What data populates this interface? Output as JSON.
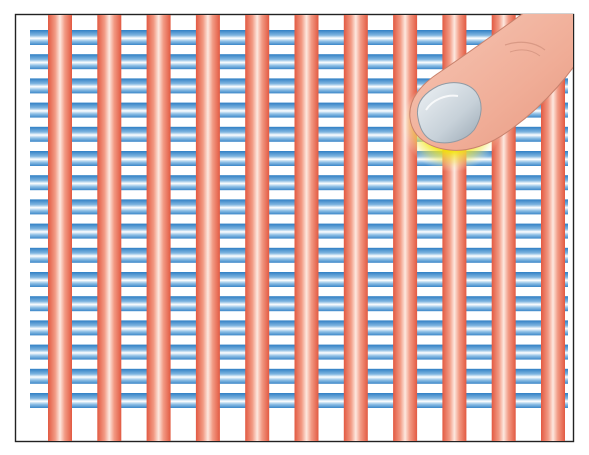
{
  "figure": {
    "subject": "capacitive-touch-grid",
    "colors": {
      "background": "#ffffff",
      "frame": "#222222",
      "electrode_row_mid": "#3a86c8",
      "electrode_row_light": "#ffffff",
      "electrode_column_mid": "#e8674f",
      "electrode_column_light": "#fde8df",
      "touch_glow": "#f2e600",
      "skin": "#f3b9a6",
      "nail": "#b9c5cf"
    },
    "icons": [
      "finger-icon",
      "touch-glow-icon"
    ],
    "row_electrode_count": 16,
    "column_electrode_count": 11
  }
}
